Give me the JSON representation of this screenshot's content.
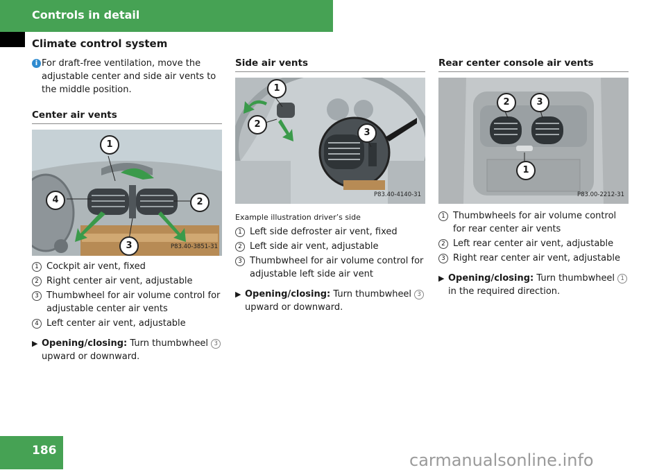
{
  "header": {
    "title": "Controls in detail",
    "section": "Climate control system"
  },
  "note": "For draft-free ventilation, move the adjustable center and side air vents to the middle position.",
  "center": {
    "heading": "Center air vents",
    "figure_code": "P83.40-3851-31",
    "items": [
      {
        "n": "1",
        "text": "Cockpit air vent, fixed"
      },
      {
        "n": "2",
        "text": "Right center air vent, adjustable"
      },
      {
        "n": "3",
        "text": "Thumbwheel for air volume control for adjustable center air vents"
      },
      {
        "n": "4",
        "text": "Left center air vent, adjustable"
      }
    ],
    "instr_bold": "Opening/closing:",
    "instr_text": " Turn thumbwheel ",
    "instr_num": "3",
    "instr_tail": " upward or downward."
  },
  "side": {
    "heading": "Side air vents",
    "figure_code": "P83.40-4140-31",
    "caption": "Example illustration driver’s side",
    "items": [
      {
        "n": "1",
        "text": "Left side defroster air vent, fixed"
      },
      {
        "n": "2",
        "text": "Left side air vent, adjustable"
      },
      {
        "n": "3",
        "text": "Thumbwheel for air volume control for adjustable left side air vent"
      }
    ],
    "instr_bold": "Opening/closing:",
    "instr_text": " Turn thumbwheel ",
    "instr_num": "3",
    "instr_tail": " upward or downward."
  },
  "rear": {
    "heading": "Rear center console air vents",
    "figure_code": "P83.00-2212-31",
    "items": [
      {
        "n": "1",
        "text": "Thumbwheels for air volume control for rear center air vents"
      },
      {
        "n": "2",
        "text": "Left rear center air vent, adjustable"
      },
      {
        "n": "3",
        "text": "Right rear center air vent, adjustable"
      }
    ],
    "instr_bold": "Opening/closing:",
    "instr_text": " Turn thumbwheel ",
    "instr_num": "1",
    "instr_tail": " in the required direction."
  },
  "page_number": "186",
  "watermark": "carmanualsonline.info",
  "colors": {
    "brand_green": "#46a254",
    "info_blue": "#2f8bd0",
    "arrow_green": "#3a9a4a"
  }
}
